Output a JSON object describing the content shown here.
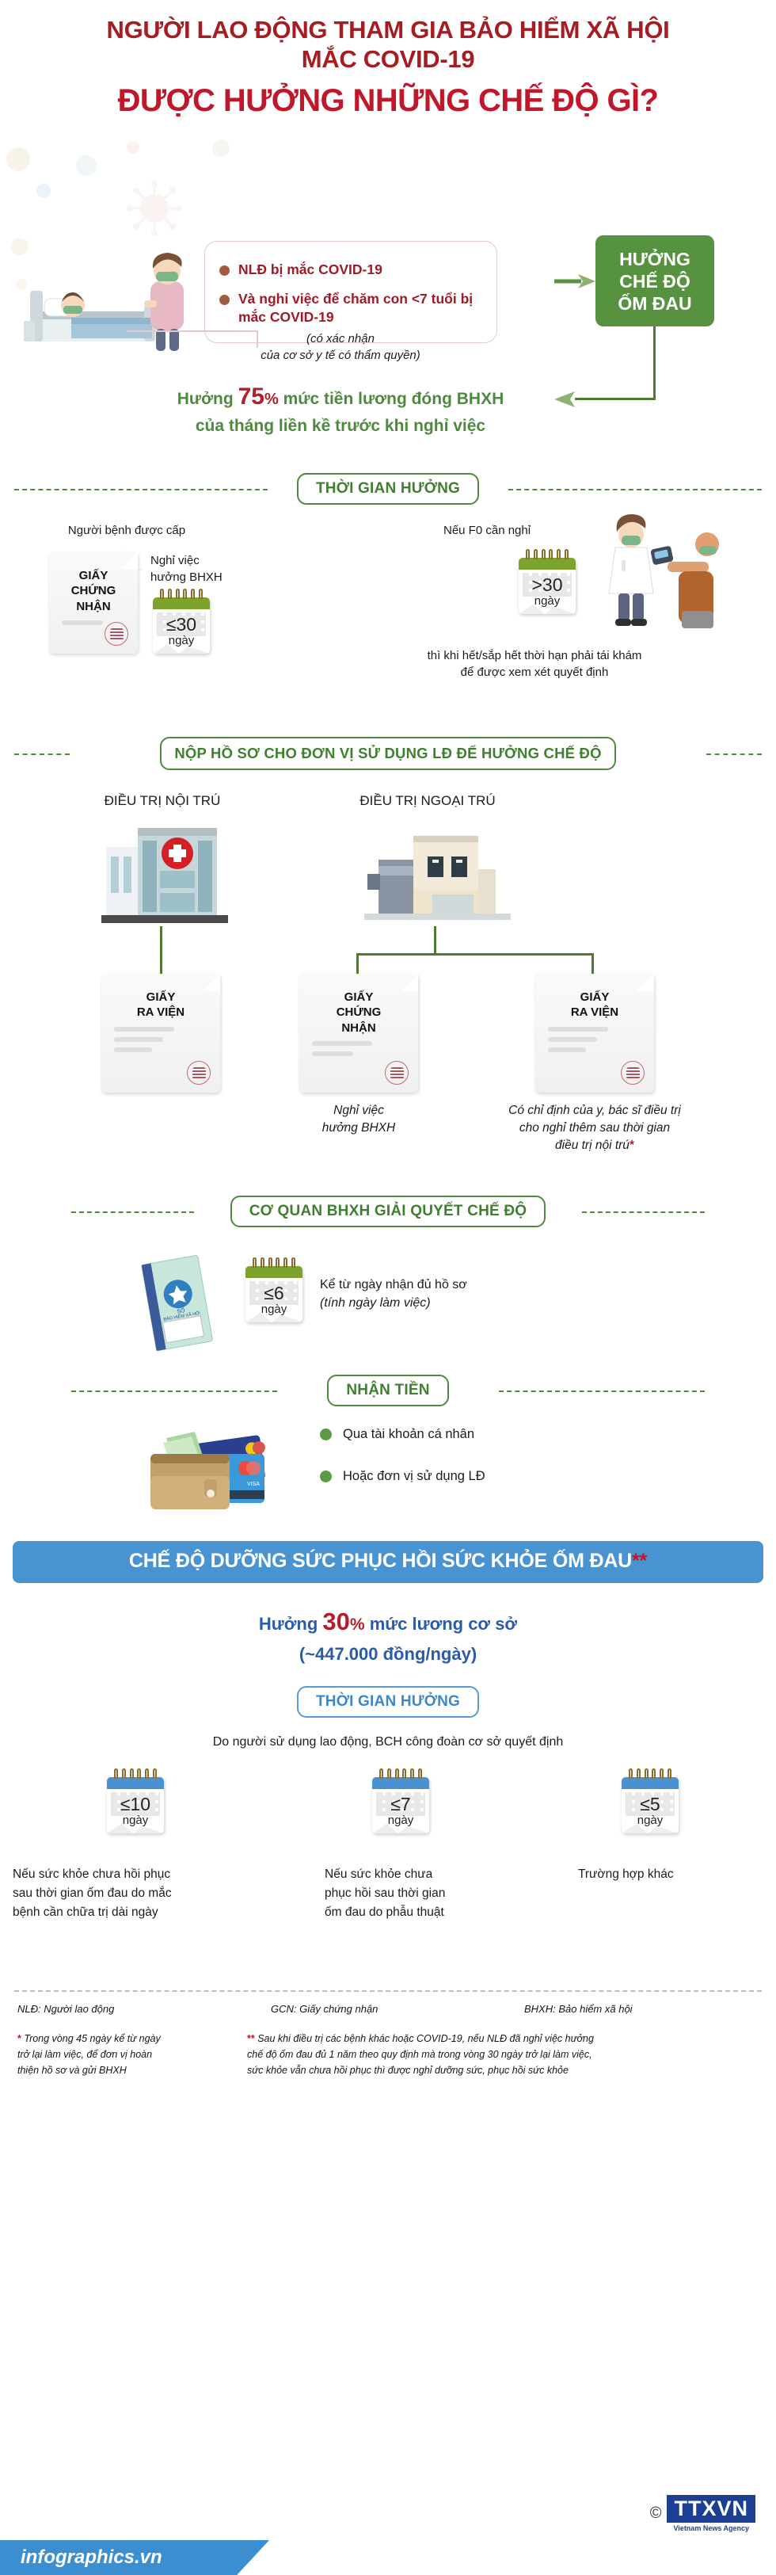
{
  "header": {
    "title_line1": "NGƯỜI LAO ĐỘNG THAM GIA BẢO HIỂM XÃ HỘI",
    "title_line2": "MẮC COVID-19",
    "question": "ĐƯỢC HƯỞNG NHỮNG CHẾ ĐỘ GÌ?"
  },
  "section1": {
    "bullets": [
      "NLĐ bị mắc COVID-19",
      "Và nghỉ việc để chăm con <7 tuổi bị mắc COVID-19"
    ],
    "confirm_note_line1": "(có xác nhận",
    "confirm_note_line2": "của cơ sở y tế có thẩm quyền)",
    "green_box_line1": "HƯỞNG",
    "green_box_line2": "CHẾ ĐỘ",
    "green_box_line3": "ỐM ĐAU",
    "benefit_prefix": "Hưởng",
    "benefit_percent": "75",
    "benefit_percent_sign": "%",
    "benefit_suffix": "mức tiền lương đóng BHXH",
    "benefit_line2": "của tháng liền kề trước khi nghỉ việc"
  },
  "section2": {
    "heading": "THỜI GIAN HƯỞNG",
    "left_caption": "Người bệnh được cấp",
    "left_doc_line1": "GIẤY",
    "left_doc_line2": "CHỨNG",
    "left_doc_line3": "NHẬN",
    "left_note_line1": "Nghỉ việc",
    "left_note_line2": "hưởng BHXH",
    "left_cal_num": "≤30",
    "left_cal_unit": "ngày",
    "right_caption": "Nếu F0 cần nghỉ",
    "right_cal_num": ">30",
    "right_cal_unit": "ngày",
    "right_note_line1": "thì khi hết/sắp hết thời hạn phải tái khám",
    "right_note_line2": "để được xem xét quyết định"
  },
  "section3": {
    "heading": "NỘP HỒ SƠ CHO ĐƠN VỊ SỬ DỤNG LĐ ĐỂ HƯỞNG CHẾ ĐỘ",
    "inpatient_label": "ĐIỀU TRỊ NỘI TRÚ",
    "outpatient_label": "ĐIỀU TRỊ NGOẠI TRÚ",
    "docs": [
      {
        "line1": "GIẤY",
        "line2": "RA VIỆN",
        "line3": "",
        "caption": ""
      },
      {
        "line1": "GIẤY",
        "line2": "CHỨNG",
        "line3": "NHẬN",
        "caption": "Nghỉ việc\nhưởng BHXH"
      },
      {
        "line1": "GIẤY",
        "line2": "RA VIỆN",
        "line3": "",
        "caption": "Có chỉ định của y, bác sĩ điều trị\ncho nghỉ thêm sau thời gian\nđiều trị nội trú *"
      }
    ],
    "doc2_caption_l1": "Nghỉ việc",
    "doc2_caption_l2": "hưởng BHXH",
    "doc3_caption_l1": "Có chỉ định của y, bác sĩ điều trị",
    "doc3_caption_l2": "cho nghỉ thêm sau thời gian",
    "doc3_caption_l3": "điều trị nội trú",
    "doc3_caption_star": "*"
  },
  "section4": {
    "heading": "CƠ QUAN BHXH GIẢI QUYẾT CHẾ ĐỘ",
    "book_label_l1": "SỔ",
    "book_label_l2": "BẢO HIỂM XÃ HỘI",
    "cal_num": "≤6",
    "cal_unit": "ngày",
    "note_line1": "Kể từ ngày nhận đủ hồ sơ",
    "note_line2": "(tính ngày làm việc)"
  },
  "section5": {
    "heading": "NHẬN TIỀN",
    "options": [
      "Qua tài khoản cá nhân",
      "Hoặc đơn vị sử dụng LĐ"
    ]
  },
  "section6": {
    "banner": "CHẾ ĐỘ DƯỠNG SỨC PHỤC HỒI SỨC KHỎE ỐM ĐAU",
    "banner_stars": "**",
    "benefit_prefix": "Hưởng",
    "benefit_percent": "30",
    "benefit_percent_sign": "%",
    "benefit_suffix": "mức lương cơ sở",
    "benefit_line2": "(~447.000 đồng/ngày)",
    "heading": "THỜI GIAN HƯỞNG",
    "subtitle": "Do người sử dụng lao động, BCH công đoàn cơ sở quyết định",
    "items": [
      {
        "num": "≤10",
        "unit": "ngày",
        "caption_l1": "Nếu sức khỏe chưa hồi phục",
        "caption_l2": "sau thời gian ốm đau do mắc",
        "caption_l3": "bệnh cần chữa trị dài ngày"
      },
      {
        "num": "≤7",
        "unit": "ngày",
        "caption_l1": "Nếu sức khỏe chưa",
        "caption_l2": "phục hồi sau thời gian",
        "caption_l3": "ốm đau do phẫu thuật"
      },
      {
        "num": "≤5",
        "unit": "ngày",
        "caption_l1": "Trường hợp khác",
        "caption_l2": "",
        "caption_l3": ""
      }
    ]
  },
  "footer": {
    "abbr_1": "NLĐ: Người lao động",
    "abbr_2": "GCN: Giấy chứng nhận",
    "abbr_3": "BHXH: Bảo hiểm xã hội",
    "note1_star": "*",
    "note1_l1": "Trong vòng 45 ngày kể từ ngày",
    "note1_l2": "trở lại làm việc, để đơn vị hoàn",
    "note1_l3": "thiện hồ sơ và gửi BHXH",
    "note2_star": "**",
    "note2_l1": "Sau khi điều trị các bệnh khác hoặc COVID-19, nếu NLĐ đã nghỉ việc hưởng",
    "note2_l2": "chế độ ốm đau đủ 1 năm theo quy định mà trong vòng 30 ngày trở lại làm việc,",
    "note2_l3": "sức khỏe vẫn chưa hồi phục thì được nghỉ dưỡng sức, phục hồi sức khỏe",
    "brand": "infographics.vn",
    "copyright": "©",
    "agency_logo": "TTXVN",
    "agency_name": "Vietnam News Agency"
  },
  "colors": {
    "red": "#b01f2b",
    "dark_red": "#9e1b26",
    "green": "#4e8a3d",
    "green_box": "#56923f",
    "blue": "#4a93d1",
    "navy": "#1c3f94"
  }
}
